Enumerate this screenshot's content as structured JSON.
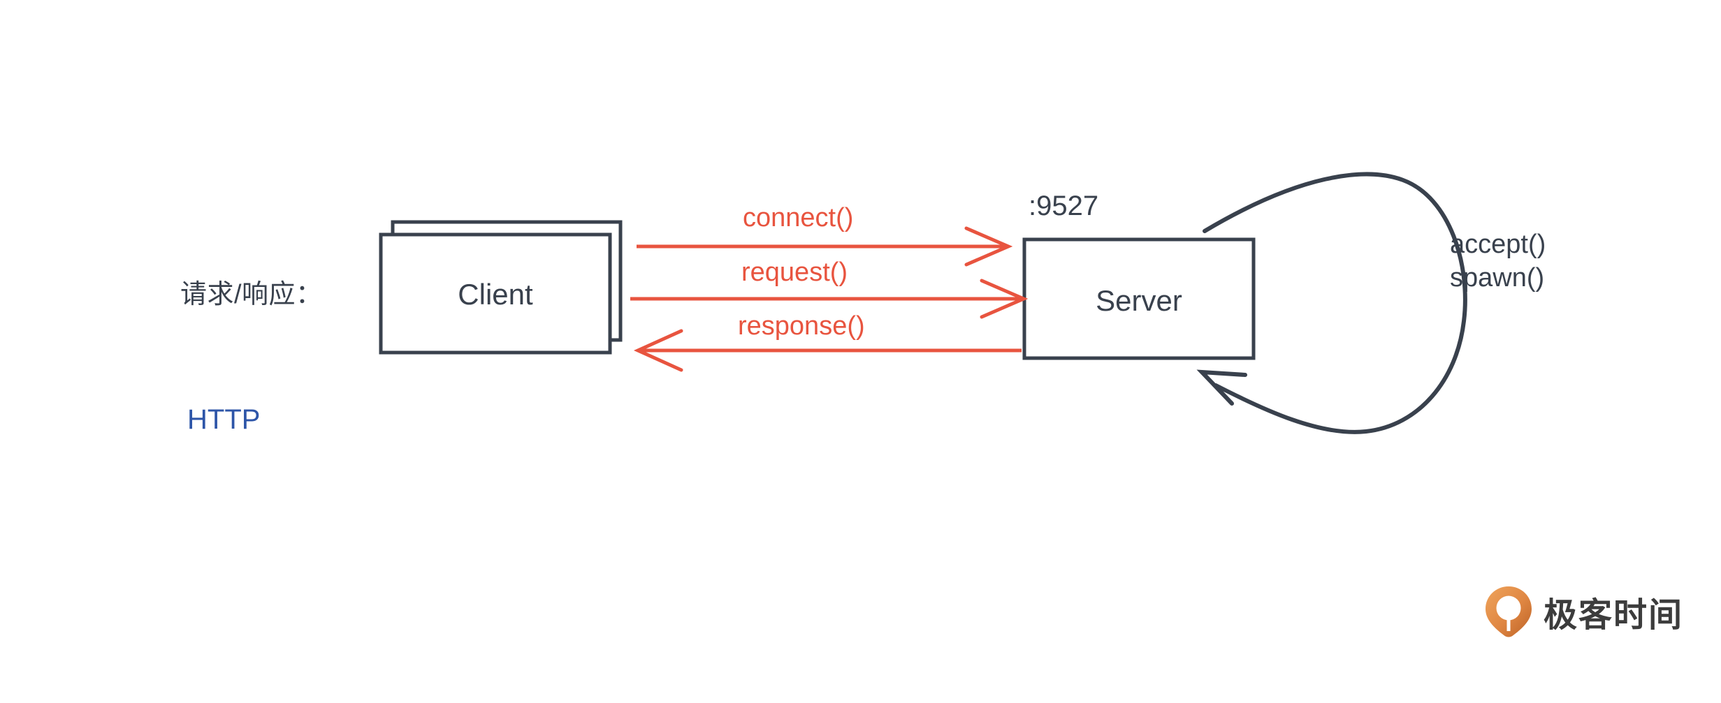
{
  "diagram": {
    "title_label": "请求/响应：",
    "protocol_label": "HTTP",
    "nodes": {
      "client": {
        "label": "Client",
        "stacked": true
      },
      "server": {
        "label": "Server",
        "port_label": ":9527"
      }
    },
    "messages": [
      {
        "label": "connect()",
        "direction": "client-to-server"
      },
      {
        "label": "request()",
        "direction": "client-to-server"
      },
      {
        "label": "response()",
        "direction": "server-to-client"
      }
    ],
    "loop": {
      "line1": "accept()",
      "line2": "spawn()"
    },
    "colors": {
      "stroke": "#39414d",
      "arrow": "#e8543f",
      "protocol": "#2d55a8",
      "logo_orange": "#e98a45",
      "logo_orange_dark": "#c4692c",
      "background": "#ffffff"
    }
  },
  "branding": {
    "logo_text": "极客时间",
    "logo_icon": "geektime-pin-icon"
  }
}
